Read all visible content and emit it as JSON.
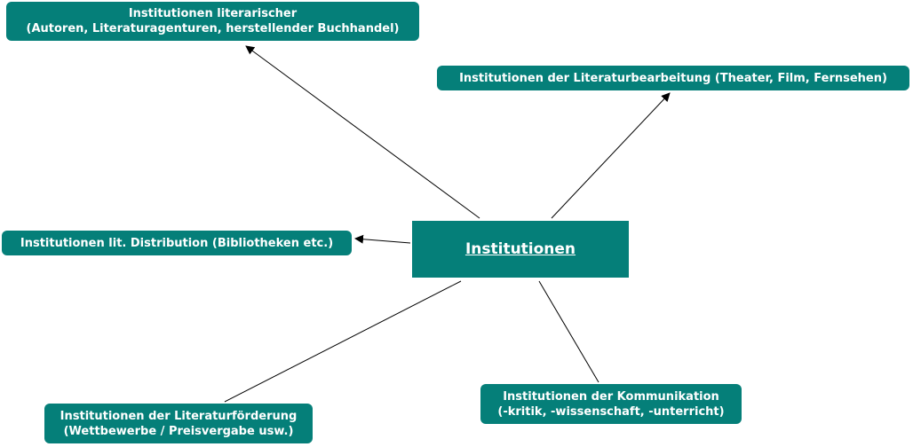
{
  "center": {
    "label": "Institutionen"
  },
  "nodes": {
    "top_left": {
      "line1": "Institutionen literarischer",
      "line2": "(Autoren, Literaturagenturen, herstellender Buchhandel)"
    },
    "top_right": {
      "line1": "Institutionen der Literaturbearbeitung (Theater, Film, Fernsehen)"
    },
    "left": {
      "line1": "Institutionen lit. Distribution (Bibliotheken etc.)"
    },
    "bottom_left": {
      "line1": "Institutionen der Literaturförderung",
      "line2": "(Wettbewerbe / Preisvergabe usw.)"
    },
    "bottom_right": {
      "line1": "Institutionen der Kommunikation",
      "line2": "(-kritik, -wissenschaft, -unterricht)"
    }
  },
  "colors": {
    "node_fill": "#057f79",
    "text": "#ffffff",
    "line": "#000000"
  }
}
